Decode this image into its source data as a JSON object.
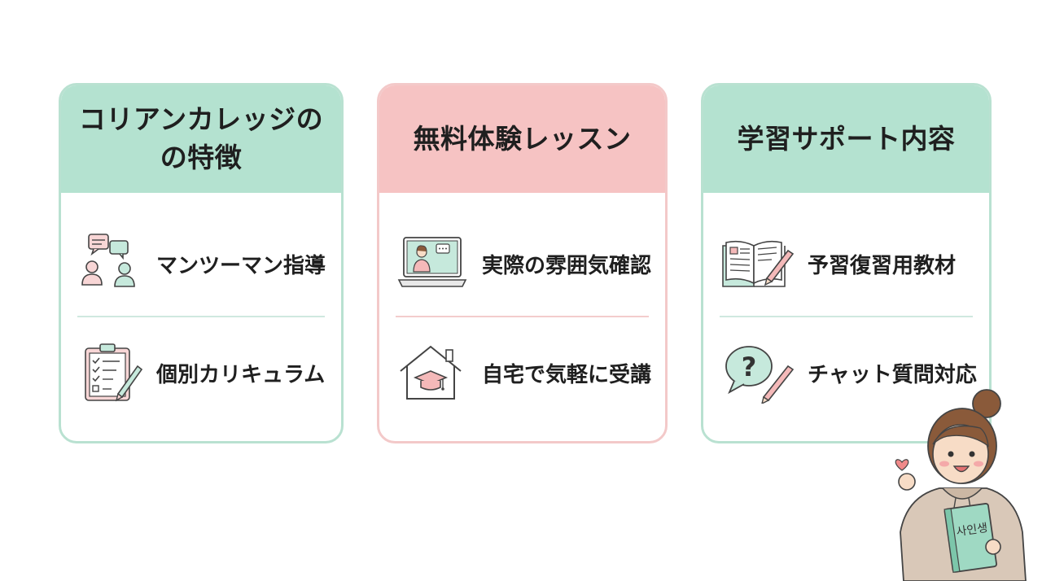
{
  "cards": [
    {
      "title": "コリアンカレッジの\nの特徴",
      "items": [
        {
          "label": "マンツーマン指導",
          "icon": "chat-people-icon"
        },
        {
          "label": "個別カリキュラム",
          "icon": "clipboard-checklist-icon"
        }
      ]
    },
    {
      "title": "無料体験レッスン",
      "items": [
        {
          "label": "実際の雰囲気確認",
          "icon": "video-lesson-icon"
        },
        {
          "label": "自宅で気軽に受講",
          "icon": "home-graduation-icon"
        }
      ]
    },
    {
      "title": "学習サポート内容",
      "items": [
        {
          "label": "予習復習用教材",
          "icon": "open-book-pencil-icon"
        },
        {
          "label": "チャット質問対応",
          "icon": "question-chat-icon"
        }
      ]
    }
  ],
  "mascot": {
    "book_text": "사인생",
    "icon": "girl-mascot-illustration"
  },
  "colors": {
    "mint": "#b4e2d0",
    "pink": "#f6c3c3",
    "mint_border": "#b9e1d1",
    "pink_border": "#f3c9c9"
  }
}
